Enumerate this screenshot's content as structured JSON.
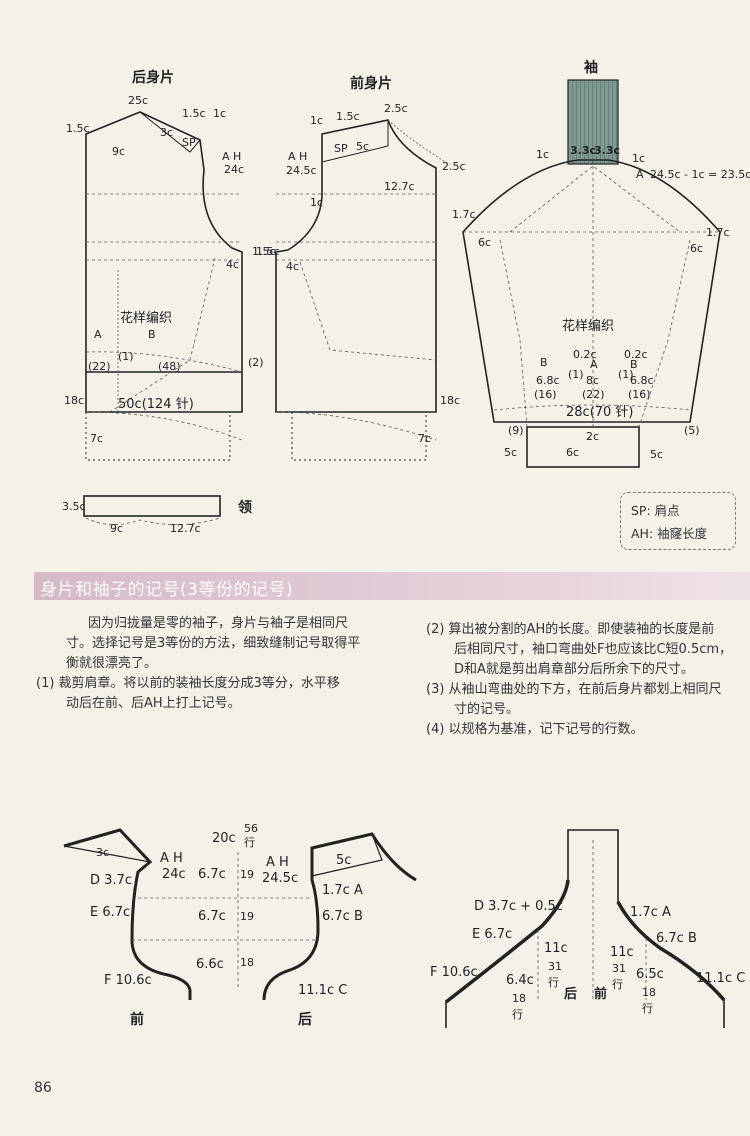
{
  "pattern": {
    "back_title": "后身片",
    "front_title": "前身片",
    "sleeve_title": "袖",
    "collar_title": "领",
    "stitch_pattern": "花样编织",
    "back": {
      "top_25": "25c",
      "top_15": "1.5c",
      "top_1": "1c",
      "left_15": "1.5c",
      "neck_3": "3c",
      "sp": "SP",
      "l9": "9c",
      "ah": "A H",
      "ah_val": "24c",
      "sp_15": "1.5c",
      "under_4": "4c",
      "a": "A",
      "b": "B",
      "p1": "(1)",
      "p22": "(22)",
      "p48": "(48)",
      "p2": "(2)",
      "h18": "18c",
      "width": "50c(124 针)",
      "h7": "7c"
    },
    "front": {
      "top_1": "1c",
      "top_15": "1.5c",
      "top_25": "2.5c",
      "sp": "SP",
      "sp5": "5c",
      "ah": "A H",
      "ah_val": "24.5c",
      "r25": "2.5c",
      "r127": "12.7c",
      "l1": "1c",
      "l15": "1.5c",
      "under_4": "4c",
      "h18": "18c",
      "h7": "7c"
    },
    "sleeve": {
      "top_1": "1c",
      "c33a": "3.3c",
      "c33b": "3.3c",
      "r1": "1c",
      "a": "A",
      "cap": "24.5c - 1c = 23.5c",
      "l17": "1.7c",
      "r17": "1.7c",
      "l6": "6c",
      "r6": "6c",
      "pattern": "花样编织",
      "b1": "B",
      "b2": "B",
      "a2": "A",
      "v02a": "0.2c",
      "v02b": "0.2c",
      "v1": "(1)",
      "v1b": "(1)",
      "v68": "6.8c",
      "v8": "8c",
      "v68b": "6.8c",
      "v16": "(16)",
      "v22": "(22)",
      "v16b": "(16)",
      "width": "28c(70 针)",
      "p9": "(9)",
      "p2": "2c",
      "p5": "(5)",
      "b5": "5c",
      "b6": "6c",
      "b5r": "5c"
    },
    "collar": {
      "h35": "3.5c",
      "w9": "9c",
      "w127": "12.7c"
    }
  },
  "legend": {
    "sp": "SP: 肩点",
    "ah": "AH: 袖窿长度"
  },
  "section": {
    "title": "身片和袖子的记号(3等份的记号)",
    "intro1": "因为归拢量是零的袖子，身片与袖子是相同尺",
    "intro2": "寸。选择记号是3等份的方法，细致缝制记号取得平",
    "intro3": "衡就很漂亮了。",
    "s1a": "(1) 裁剪肩章。将以前的装袖长度分成3等分，水平移",
    "s1b": "动后在前、后AH上打上记号。",
    "s2a": "(2) 算出被分割的AH的长度。即使装袖的长度是前",
    "s2b": "后相同尺寸，袖口弯曲处F也应该比C短0.5cm，",
    "s2c": "D和A就是剪出肩章部分后所余下的尺寸。",
    "s3a": "(3) 从袖山弯曲处的下方，在前后身片都划上相同尺",
    "s3b": "寸的记号。",
    "s4a": "(4) 以规格为基准，记下记号的行数。"
  },
  "detail_bodice": {
    "c3": "3c",
    "ah_l": "A H",
    "ah_l_val": "24c",
    "d": "D 3.7c",
    "e": "E 6.7c",
    "f": "F 10.6c",
    "mid1": "6.7c",
    "mid2": "6.7c",
    "mid3": "6.6c",
    "total": "20c",
    "rows56": "56",
    "rows_unit": "行",
    "r19a": "19",
    "r19b": "19",
    "r18": "18",
    "ah_r": "A H",
    "ah_r_val": "24.5c",
    "c5": "5c",
    "a_r": "1.7c A",
    "b_r": "6.7c B",
    "c_r": "11.1c C",
    "front": "前",
    "back": "后"
  },
  "detail_sleeve": {
    "d": "D 3.7c + 0.5c",
    "e": "E 6.7c",
    "f": "F 10.6c",
    "a": "1.7c A",
    "b": "6.7c B",
    "c": "11.1c C",
    "l11": "11c",
    "l31": "31",
    "r11": "11c",
    "r31": "31",
    "l64": "6.4c",
    "l18": "18",
    "r65": "6.5c",
    "r18": "18",
    "back": "后",
    "front": "前",
    "unit": "行"
  },
  "page_number": "86"
}
